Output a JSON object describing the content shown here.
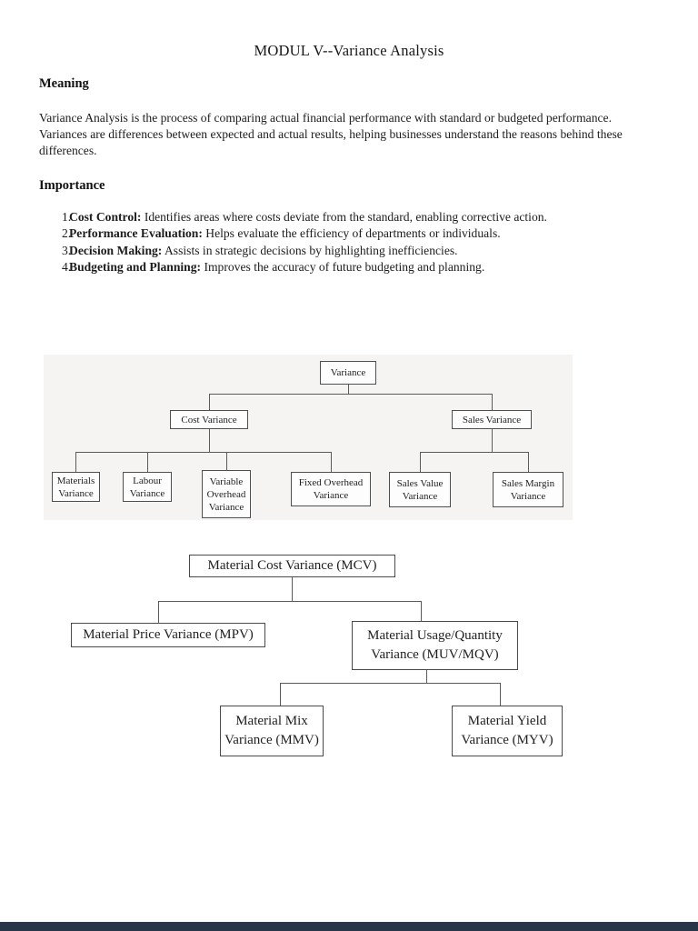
{
  "doc": {
    "title": "MODUL V--Variance Analysis",
    "meaning": {
      "heading": "Meaning",
      "text": "Variance Analysis is the process of comparing actual financial performance with standard or budgeted performance. Variances are differences between expected and actual results, helping businesses understand the reasons behind these differences."
    },
    "importance": {
      "heading": "Importance",
      "items": [
        {
          "num": "1.",
          "label": "Cost Control:",
          "text": " Identifies areas where costs deviate from the standard, enabling corrective action."
        },
        {
          "num": "2.",
          "label": "Performance Evaluation:",
          "text": " Helps evaluate the efficiency of departments or individuals."
        },
        {
          "num": "3.",
          "label": "Decision Making:",
          "text": " Assists in strategic decisions by highlighting inefficiencies."
        },
        {
          "num": "4.",
          "label": "Budgeting and Planning:",
          "text": " Improves the accuracy of future budgeting and planning."
        }
      ]
    }
  },
  "diagram_variance": {
    "nodes": {
      "root": "Variance",
      "cost": "Cost Variance",
      "sales": "Sales Variance",
      "materials": "Materials Variance",
      "labour": "Labour Variance",
      "variable_overhead": "Variable Overhead Variance",
      "fixed_overhead": "Fixed Overhead Variance",
      "sales_value": "Sales Value Variance",
      "sales_margin": "Sales Margin Variance"
    }
  },
  "diagram_material": {
    "nodes": {
      "mcv": "Material Cost Variance (MCV)",
      "mpv": "Material Price Variance (MPV)",
      "muv": "Material Usage/Quantity Variance (MUV/MQV)",
      "mmv": "Material Mix Variance (MMV)",
      "myv": "Material Yield Variance (MYV)"
    }
  },
  "colors": {
    "diagram_panel_bg": "#f5f4f2",
    "box_border": "#4f4f4f",
    "viewer_bar": "#273649"
  }
}
